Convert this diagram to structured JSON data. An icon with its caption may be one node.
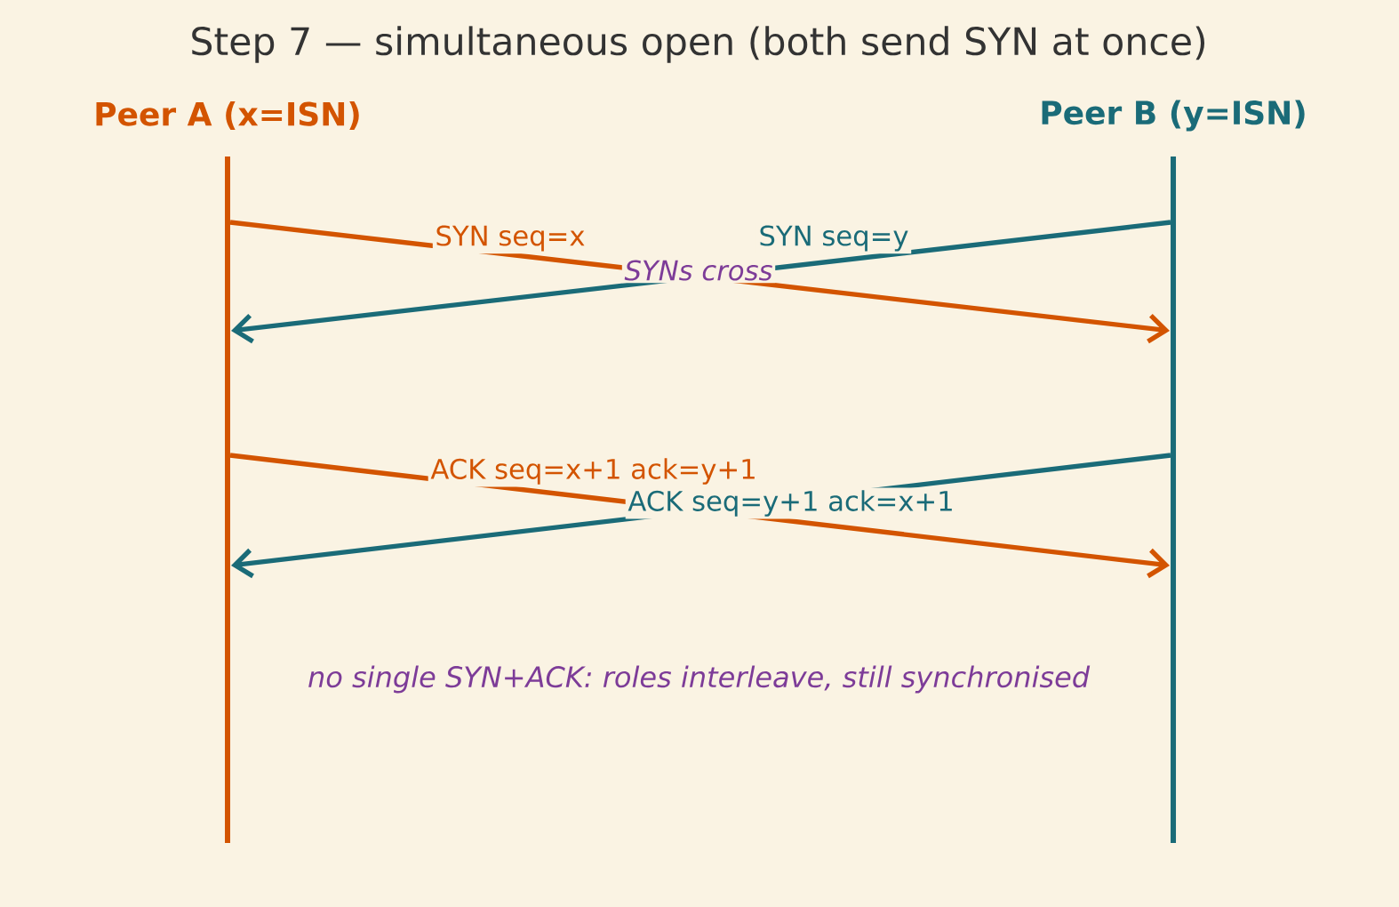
{
  "diagram": {
    "title": "Step 7 — simultaneous open (both send SYN at once)",
    "nodes": [
      {
        "text": [
          "Peer A (x=ISN)"
        ]
      },
      {
        "text": [
          "Peer B (y=ISN)"
        ]
      }
    ],
    "edges": [
      {
        "from": 0,
        "to": 1,
        "arrow": "to",
        "label": "SYN seq=x",
        "color": "#d35400"
      },
      {
        "from": 1,
        "to": 0,
        "arrow": "to",
        "label": "SYN seq=y",
        "color": "#1a6b78"
      },
      {
        "from": 0,
        "to": 1,
        "arrow": "to",
        "label": "ACK seq=x+1 ack=y+1",
        "color": "#d35400"
      },
      {
        "from": 1,
        "to": 0,
        "arrow": "to",
        "label": "ACK seq=y+1 ack=x+1",
        "color": "#1a6b78"
      }
    ],
    "labels": [
      "SYNs cross",
      "no single SYN+ACK: roles interleave, still synchronised"
    ]
  }
}
